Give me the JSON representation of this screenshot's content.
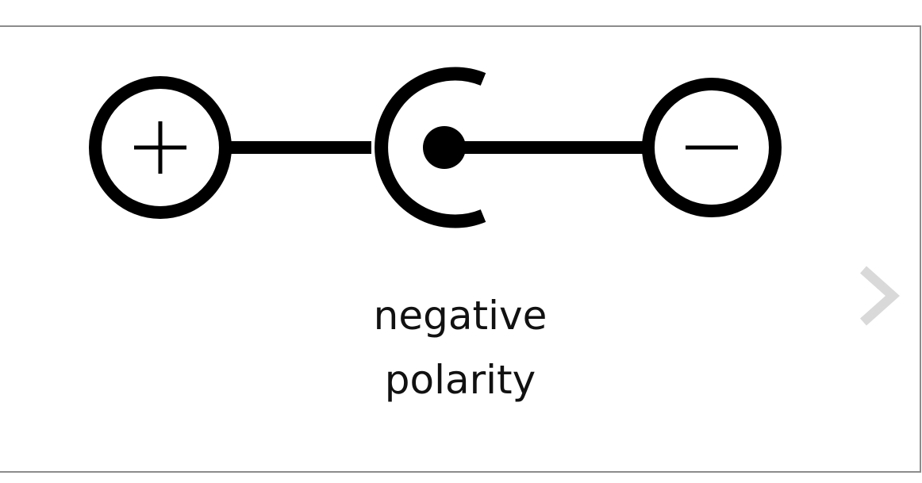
{
  "symbol": {
    "name": "negative polarity",
    "positive_sign": "+",
    "negative_sign": "−"
  },
  "caption": {
    "line1": "negative",
    "line2": "polarity"
  },
  "navigation": {
    "next_icon": "chevron-right-icon"
  },
  "colors": {
    "background": "#ffffff",
    "frame": "#8c8c8c",
    "symbol": "#000000",
    "next_arrow": "#d9d9d9"
  }
}
